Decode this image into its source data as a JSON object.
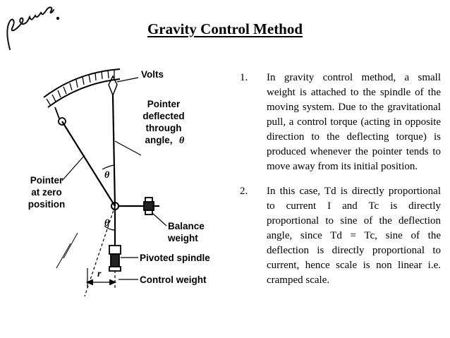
{
  "title": "Gravity Control Method",
  "signature": "fenano",
  "diagram": {
    "volts": "Volts",
    "pointer_deflected": [
      "Pointer",
      "deflected",
      "through",
      "angle,"
    ],
    "theta": "θ",
    "pointer_zero": [
      "Pointer",
      "at zero",
      "position"
    ],
    "balance_weight": [
      "Balance",
      "weight"
    ],
    "pivoted_spindle": "Pivoted spindle",
    "control_weight": "Control weight",
    "r": "r"
  },
  "points": [
    {
      "num": "1.",
      "text": "In gravity control method, a small weight is attached to the spindle of the moving system. Due to the gravitational pull, a control torque (acting in opposite direction to the deflecting torque) is produced whenever the pointer tends to move away from its initial position."
    },
    {
      "num": "2.",
      "text": "In this case, Td is directly proportional to current I and Tc is directly proportional to sine of the deflection angle, since Td = Tc, sine of the deflection is directly proportional to current, hence scale is non linear i.e. cramped scale."
    }
  ]
}
